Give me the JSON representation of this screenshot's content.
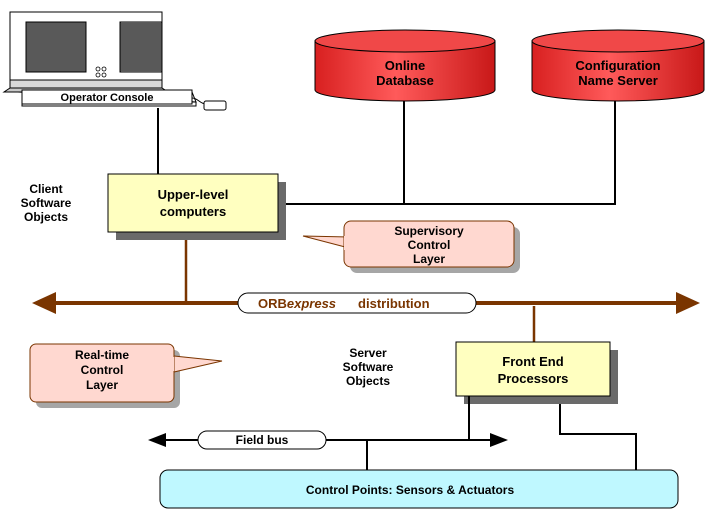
{
  "operator_console": {
    "label": "Operator Console"
  },
  "databases": {
    "online": {
      "line1": "Online",
      "line2": "Database"
    },
    "config": {
      "line1": "Configuration",
      "line2": "Name Server"
    }
  },
  "client_objects": {
    "line1": "Client",
    "line2": "Software",
    "line3": "Objects"
  },
  "upper_computers": {
    "line1": "Upper-level",
    "line2": "computers"
  },
  "supervisory": {
    "line1": "Supervisory",
    "line2": "Control",
    "line3": "Layer"
  },
  "orb_bus": {
    "brand_plain": "ORB",
    "brand_italic": "express",
    "suffix": "distribution"
  },
  "realtime": {
    "line1": "Real-time",
    "line2": "Control",
    "line3": "Layer"
  },
  "server_objects": {
    "line1": "Server",
    "line2": "Software",
    "line3": "Objects"
  },
  "front_end": {
    "line1": "Front End",
    "line2": "Processors"
  },
  "field_bus": {
    "label": "Field bus"
  },
  "control_points": {
    "label": "Control Points: Sensors & Actuators"
  },
  "colors": {
    "database_red": "#ee3b3b",
    "box_yellow": "#ffffc0",
    "callout_pink": "#ffd8d0",
    "control_points_cyan": "#bff8ff",
    "orb_brown": "#7a3500",
    "shadow": "#6a6a6a"
  }
}
